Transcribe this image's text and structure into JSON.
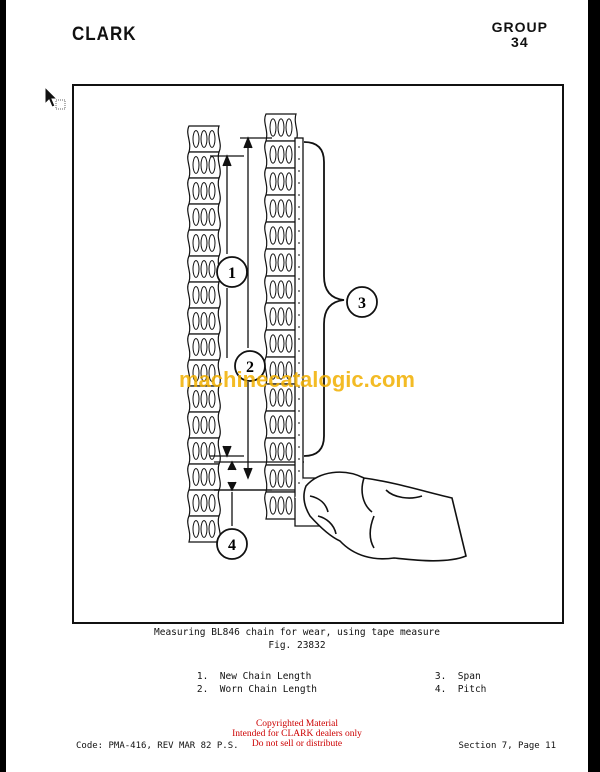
{
  "header": {
    "logo": "CLARK",
    "group_label": "GROUP",
    "group_number": "34"
  },
  "figure": {
    "callouts": [
      "1",
      "2",
      "3",
      "4"
    ],
    "caption_line1": "Measuring BL846 chain for wear, using tape measure",
    "caption_line2": "Fig. 23832"
  },
  "legend": [
    {
      "num": "1.",
      "label": "New Chain Length"
    },
    {
      "num": "2.",
      "label": "Worn Chain Length"
    },
    {
      "num": "3.",
      "label": "Span"
    },
    {
      "num": "4.",
      "label": "Pitch"
    }
  ],
  "watermark": "machinecatalogic.com",
  "copyright": {
    "line1": "Copyrighted Material",
    "line2": "Intended for CLARK dealers only",
    "line3": "Do not sell or distribute"
  },
  "footer": {
    "code": "Code: PMA-416, REV MAR 82 P.S.",
    "section": "Section 7, Page 11"
  },
  "colors": {
    "watermark": "#f2b000",
    "copyright": "#cc0000",
    "ink": "#111111"
  }
}
